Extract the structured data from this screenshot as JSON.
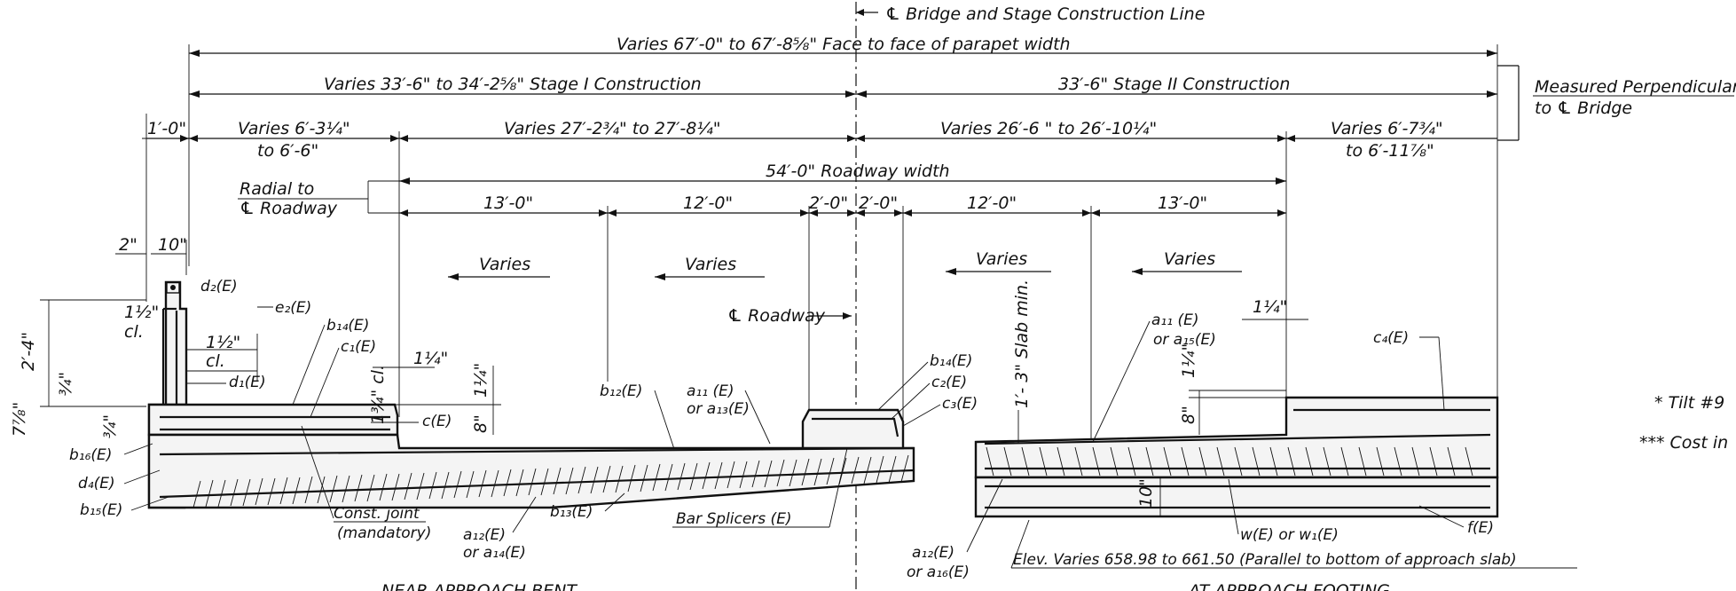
{
  "dims": {
    "bridge_cl": "℄ Bridge and Stage Construction Line",
    "face_to_face": "Varies 67′-0\" to 67′-8⅝\" Face to face of parapet width",
    "stage1": "Varies 33′-6\" to 34′-2⅝\" Stage I Construction",
    "stage2": "33′-6\" Stage II Construction",
    "measured": "Measured Perpendicular",
    "measured2": "to ℄ Bridge",
    "one_ft": "1′-0\"",
    "varies_left_a": "Varies 6′-3¼\"",
    "varies_left_b": "to 6′-6\"",
    "varies_mid_left": "Varies 27′-2¾\" to 27′-8¼\"",
    "varies_mid_right": "Varies 26′-6 \" to 26′-10¼\"",
    "varies_right_a": "Varies 6′-7¾\"",
    "varies_right_b": "to 6′-11⅞\"",
    "radial_a": "Radial to",
    "radial_b": "℄ Roadway",
    "roadway_width": "54′-0\" Roadway width",
    "lane1": "13′-0\"",
    "lane2": "12′-0\"",
    "lane3": "2′-0\"",
    "lane4": "2′-0\"",
    "lane5": "12′-0\"",
    "lane6": "13′-0\"",
    "two_in": "2\"",
    "ten_in": "10\"",
    "varies": "Varies",
    "cl_roadway": "℄ Roadway",
    "slab_min": "1′- 3\" Slab min.",
    "two_ft_four": "2′-4\"",
    "seven_eighths": "7⅞\"",
    "three_quarter": "¾\"",
    "one_half_cl_a": "1½\"",
    "one_half_cl_b": "cl.",
    "one_quarter": "1¼\"",
    "three_quarter_cl": "1¾\" cl.",
    "eight_in": "8\"",
    "ten_in_b": "10\""
  },
  "labels": {
    "d2": "d₂(E)",
    "e2": "e₂(E)",
    "b14": "b₁₄(E)",
    "c1": "c₁(E)",
    "d1": "d₁(E)",
    "c": "c(E)",
    "b16": "b₁₆(E)",
    "d4": "d₄(E)",
    "b15": "b₁₅(E)",
    "const_joint_a": "Const. joint",
    "const_joint_b": "(mandatory)",
    "a12_a": "a₁₂(E)",
    "a14": "or a₁₄(E)",
    "b13": "b₁₃(E)",
    "b12": "b₁₂(E)",
    "a11": "a₁₁ (E)",
    "a13": "or a₁₃(E)",
    "bar_splicers": "Bar Splicers (E)",
    "b14_r": "b₁₄(E)",
    "c2": "c₂(E)",
    "c3": "c₃(E)",
    "a11_r": "a₁₁ (E)",
    "a15": "or a₁₅(E)",
    "c4": "c₄(E)",
    "a12_r": "a₁₂(E)",
    "a16": "or a₁₆(E)",
    "w": "w(E) or w₁(E)",
    "f": "f(E)",
    "elev": "Elev. Varies 658.98 to 661.50 (Parallel to bottom of approach slab)",
    "tilt": "* Tilt #9",
    "cost": "*** Cost in",
    "near_title": "NEAR APPROACH BENT",
    "footing_title": "AT APPROACH FOOTING"
  }
}
